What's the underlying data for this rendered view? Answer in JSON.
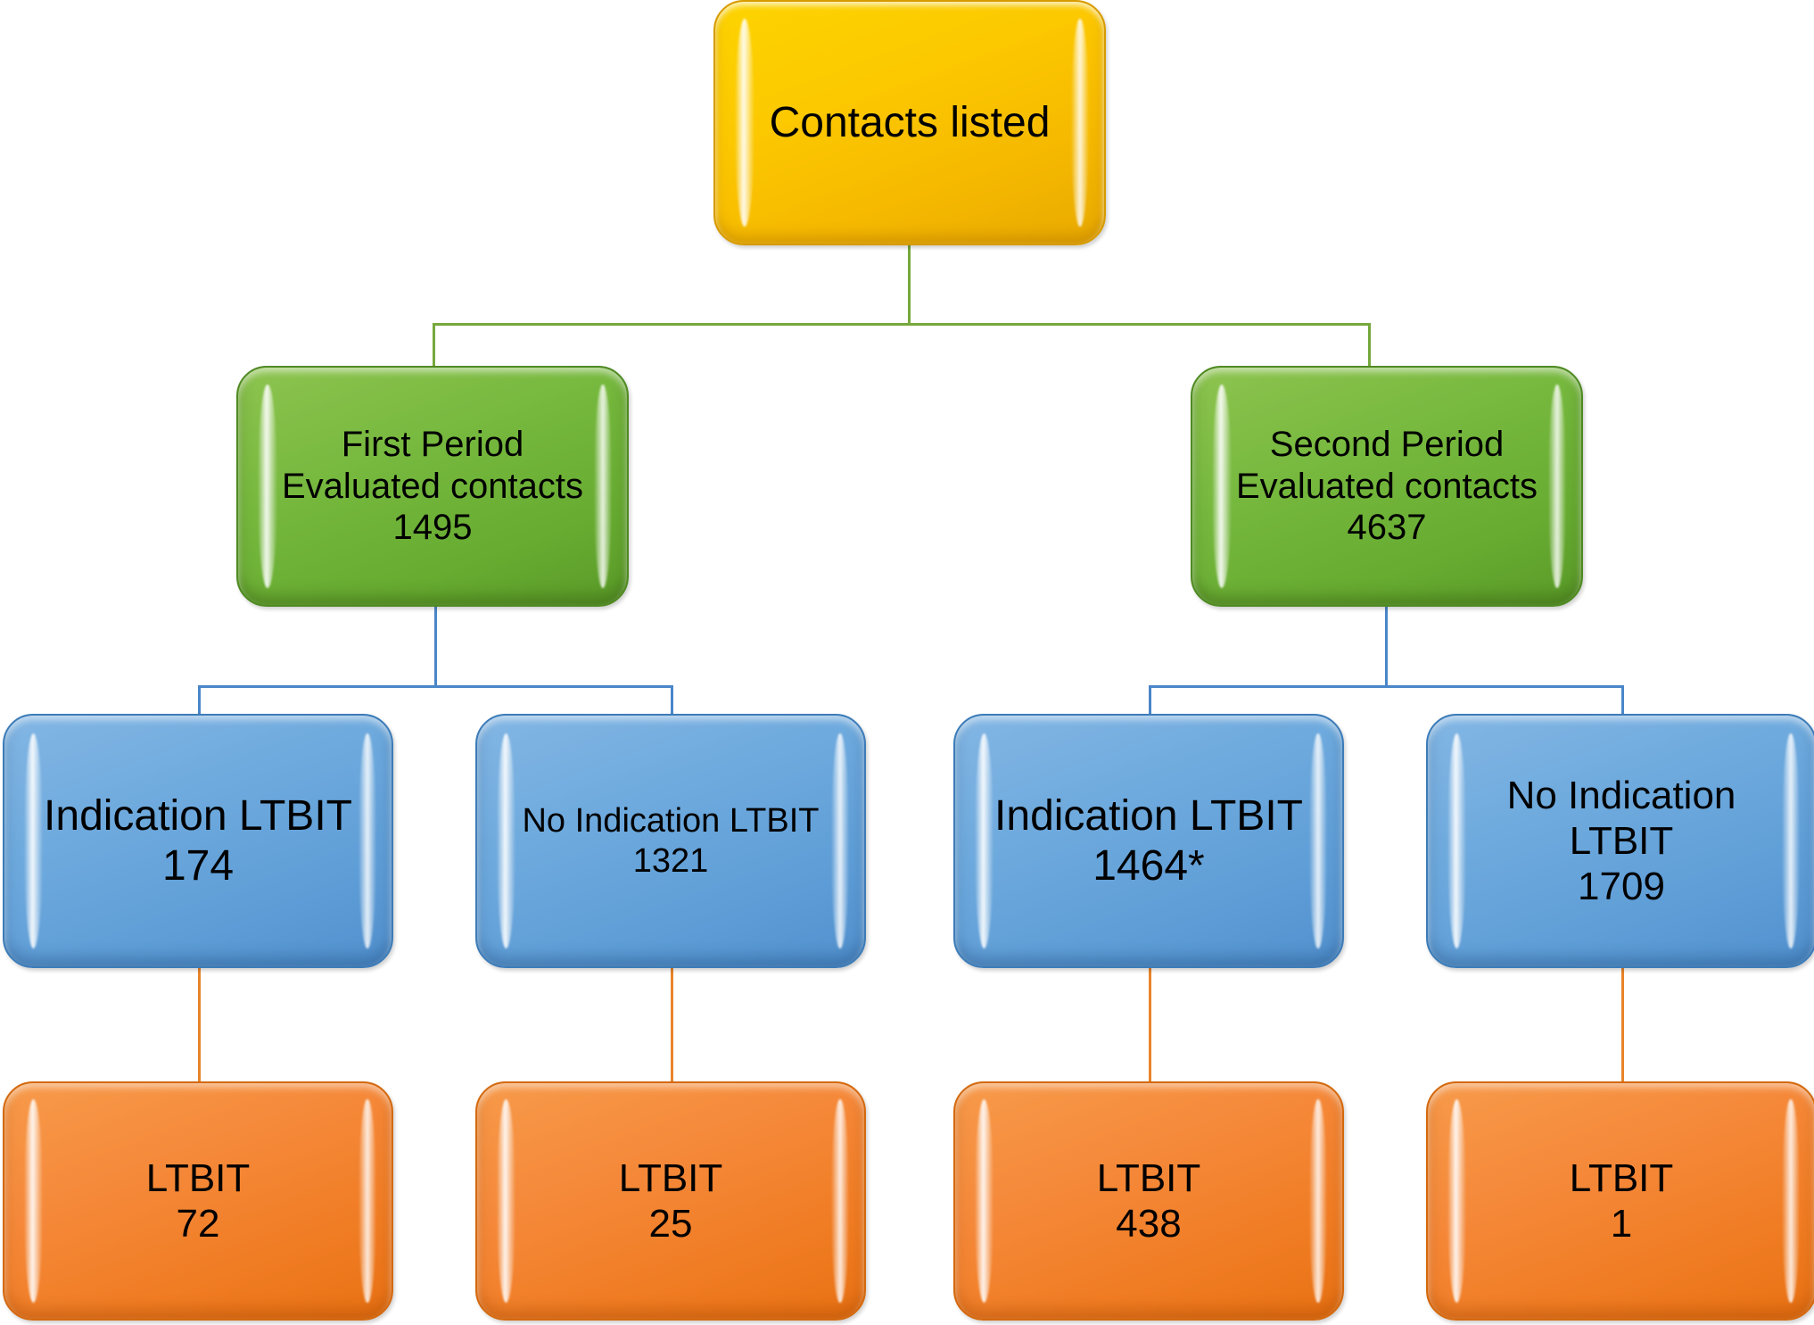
{
  "diagram": {
    "type": "flowchart",
    "title": "Contact evaluation and LTBIT cascade",
    "colors": {
      "root_fill": "#fcc800",
      "period_fill": "#76b83e",
      "indication_fill": "#6da9dd",
      "ltbit_fill": "#f5893a",
      "connector_green": "#76a83c",
      "connector_blue": "#4a86c8",
      "connector_orange": "#e8842a",
      "background": "#ffffff",
      "text": "#000000"
    },
    "root": {
      "id": "contacts-listed",
      "label": "Contacts listed"
    },
    "periods": [
      {
        "id": "first-period",
        "line1": "First Period",
        "line2": "Evaluated contacts",
        "value": "1495",
        "text": "First Period\nEvaluated contacts\n1495"
      },
      {
        "id": "second-period",
        "line1": "Second Period",
        "line2": "Evaluated contacts",
        "value": "4637",
        "text": "Second Period\nEvaluated contacts\n4637"
      }
    ],
    "indications": [
      {
        "id": "first-indication",
        "label": "Indication LTBIT",
        "value": "174",
        "text": "Indication LTBIT\n174"
      },
      {
        "id": "first-no-indication",
        "label": "No Indication LTBIT",
        "value": "1321",
        "text": "No Indication LTBIT\n1321"
      },
      {
        "id": "second-indication",
        "label": "Indication LTBIT",
        "value": "1464*",
        "text": "Indication LTBIT\n1464*"
      },
      {
        "id": "second-no-indication",
        "label": "No Indication LTBIT",
        "value": "1709",
        "text": "No Indication\nLTBIT\n1709"
      }
    ],
    "outcomes": [
      {
        "id": "ltbit-first-indication",
        "label": "LTBIT",
        "value": "72",
        "text": "LTBIT\n72"
      },
      {
        "id": "ltbit-first-no-indication",
        "label": "LTBIT",
        "value": "25",
        "text": "LTBIT\n25"
      },
      {
        "id": "ltbit-second-indication",
        "label": "LTBIT",
        "value": "438",
        "text": "LTBIT\n438"
      },
      {
        "id": "ltbit-second-no-indication",
        "label": "LTBIT",
        "value": "1",
        "text": "LTBIT\n1"
      }
    ]
  }
}
